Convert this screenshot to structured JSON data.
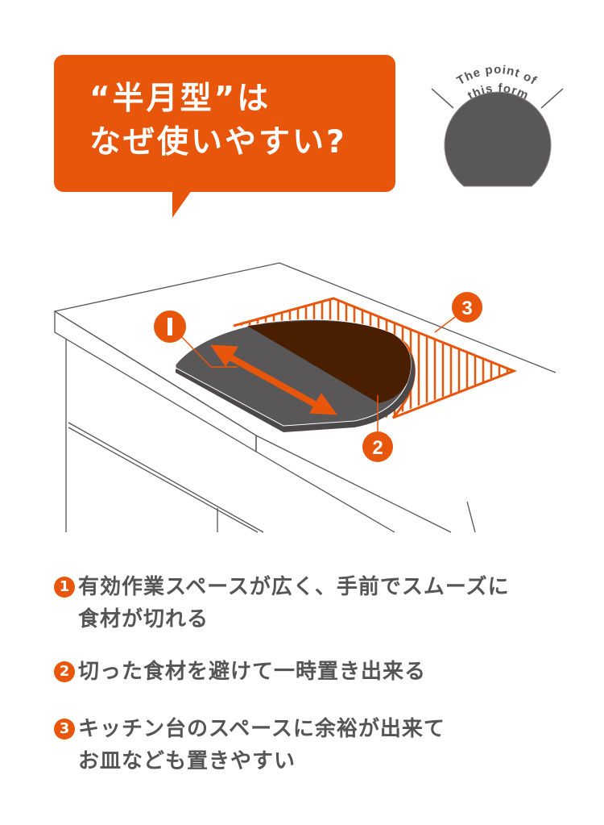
{
  "header": {
    "title_line1": "“半月型”は",
    "title_line2": "なぜ使いやすい?"
  },
  "form_badge": {
    "caption_line1": "The point of",
    "caption_line2": "this form",
    "icon": "half-moon-board-icon"
  },
  "illustration": {
    "markers": [
      "1",
      "2",
      "3"
    ],
    "icons": [
      "counter-top",
      "half-moon-cutting-board",
      "double-arrow-icon",
      "hatched-space-area"
    ]
  },
  "features": [
    {
      "num": "1",
      "text_line1": "有効作業スペースが広く、手前でスムーズに",
      "text_line2": "食材が切れる"
    },
    {
      "num": "2",
      "text_line1": "切った食材を避けて一時置き出来る",
      "text_line2": ""
    },
    {
      "num": "3",
      "text_line1": "キッチン台のスペースに余裕が出来て",
      "text_line2": "お皿なども置きやすい"
    }
  ],
  "colors": {
    "accent": "#e8560c",
    "board": "#595757",
    "food": "#4a1e00",
    "line": "#555555",
    "text": "#555555"
  }
}
